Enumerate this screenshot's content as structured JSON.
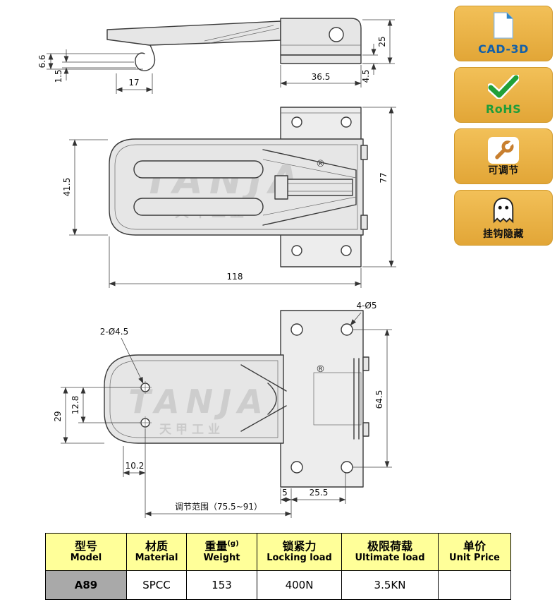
{
  "colors": {
    "badge_bg": "#edb84b",
    "cad_label": "#1460a8",
    "rohs_label": "#1f9d3a",
    "feature_label": "#111111",
    "table_header_bg": "#ffff99",
    "model_cell_bg": "#a9a9a9"
  },
  "badges": [
    {
      "label": "CAD-3D",
      "icon": "cad-3d-document-icon",
      "label_color": "#1460a8"
    },
    {
      "label": "RoHS",
      "icon": "rohs-check-icon",
      "label_color": "#1f9d3a"
    },
    {
      "label": "可调节",
      "icon": "wrench-icon",
      "label_color": "#111111"
    },
    {
      "label": "挂钩隐藏",
      "icon": "ghost-icon",
      "label_color": "#111111"
    }
  ],
  "drawings": {
    "watermark": {
      "brand": "TANJA",
      "brand_cn": "天甲工业",
      "registered": "®"
    },
    "side_view": {
      "d_6_6": "6.6",
      "d_1_5": "1.5",
      "d_17": "17",
      "d_36_5": "36.5",
      "d_4_5": "4.5",
      "d_25": "25"
    },
    "plan_view": {
      "d_41_5": "41.5",
      "d_77": "77",
      "d_118": "118"
    },
    "bottom_view": {
      "d_2_phi_4_5": "2-Ø4.5",
      "d_4_phi_5": "4-Ø5",
      "d_29": "29",
      "d_12_8": "12.8",
      "d_64_5": "64.5",
      "d_10_2": "10.2",
      "d_5": "5",
      "d_25_5": "25.5",
      "d_range": "调节范围（75.5~91）"
    }
  },
  "table": {
    "headers": [
      {
        "cn": "型号",
        "en": "Model",
        "note": ""
      },
      {
        "cn": "材质",
        "en": "Material",
        "note": ""
      },
      {
        "cn": "重量",
        "en": "Weight",
        "note": "(g)"
      },
      {
        "cn": "锁紧力",
        "en": "Locking load",
        "note": ""
      },
      {
        "cn": "极限荷载",
        "en": "Ultimate load",
        "note": ""
      },
      {
        "cn": "单价",
        "en": "Unit Price",
        "note": ""
      }
    ],
    "rows": [
      [
        "A89",
        "SPCC",
        "153",
        "400N",
        "3.5KN",
        ""
      ]
    ]
  }
}
